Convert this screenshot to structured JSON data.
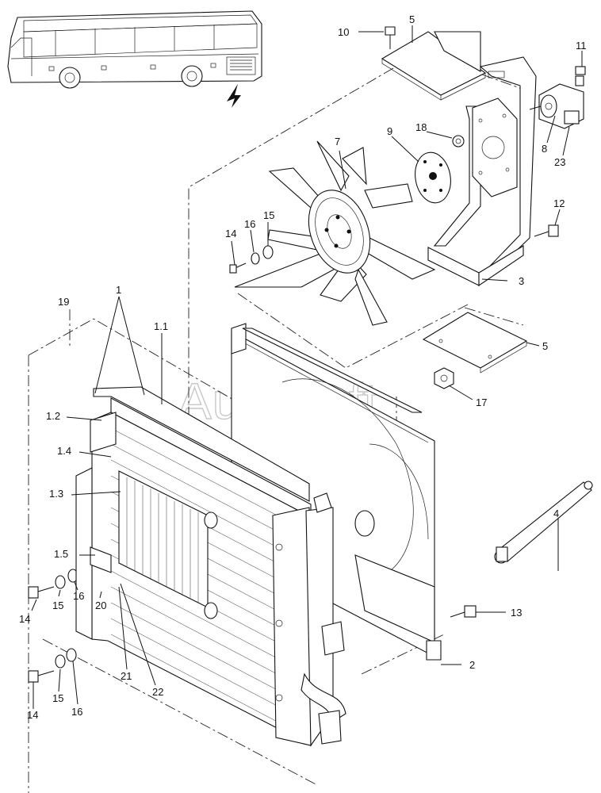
{
  "watermark": "AutoSoft",
  "callouts": {
    "c1": "1",
    "c1_1": "1.1",
    "c1_2": "1.2",
    "c1_3": "1.3",
    "c1_4": "1.4",
    "c1_5": "1.5",
    "c2": "2",
    "c3": "3",
    "c4": "4",
    "c5a": "5",
    "c5b": "5",
    "c7": "7",
    "c8": "8",
    "c9": "9",
    "c10": "10",
    "c11": "11",
    "c12": "12",
    "c13": "13",
    "c14a": "14",
    "c14b": "14",
    "c14c": "14",
    "c15a": "15",
    "c15b": "15",
    "c15c": "15",
    "c16a": "16",
    "c16b": "16",
    "c16c": "16",
    "c17": "17",
    "c18": "18",
    "c19": "19",
    "c20": "20",
    "c21": "21",
    "c22": "22",
    "c23": "23"
  }
}
